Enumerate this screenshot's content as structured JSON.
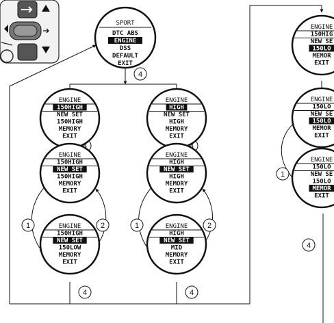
{
  "sport_screen": {
    "title": "SPORT",
    "items": [
      "DTC ABS",
      "ENGINE",
      "DSS",
      "DEFAULT",
      "EXIT"
    ],
    "selected": "ENGINE"
  },
  "step_labels": {
    "a": "4",
    "b": "1",
    "c": "2"
  },
  "screens": {
    "l1": {
      "title": "ENGINE",
      "values": [
        "150HIGH",
        "NEW SET",
        "150HIGH",
        "MEMORY",
        "EXIT"
      ]
    },
    "l2": {
      "title": "ENGINE",
      "values": [
        "150HIGH",
        "NEW SET",
        "150HIGH",
        "MEMORY",
        "EXIT"
      ]
    },
    "l3": {
      "title": "ENGINE",
      "values": [
        "150HIGH",
        "NEW SET",
        "150LOW",
        "MEMORY",
        "EXIT"
      ]
    },
    "m1": {
      "title": "ENGINE",
      "values": [
        "HIGH",
        "NEW SET",
        "HIGH",
        "MEMORY",
        "EXIT"
      ]
    },
    "m2": {
      "title": "ENGINE",
      "values": [
        "HIGH",
        "NEW SET",
        "HIGH",
        "MEMORY",
        "EXIT"
      ]
    },
    "m3": {
      "title": "ENGINE",
      "values": [
        "HIGH",
        "NEW SET",
        "MID",
        "MEMORY",
        "EXIT"
      ]
    },
    "r1": {
      "title": "ENGINE",
      "values": [
        "150HIG",
        "NEW SE",
        "150LO",
        "MEMOR",
        "EXIT"
      ]
    },
    "r2": {
      "title": "ENGINE",
      "values": [
        "150LO",
        "NEW SE",
        "150LO",
        "MEMOR",
        "EXIT"
      ]
    },
    "r3": {
      "title": "ENGINE",
      "values": [
        "150LO",
        "NEW SE",
        "150LO",
        "MEMOR",
        "EXIT"
      ]
    }
  }
}
